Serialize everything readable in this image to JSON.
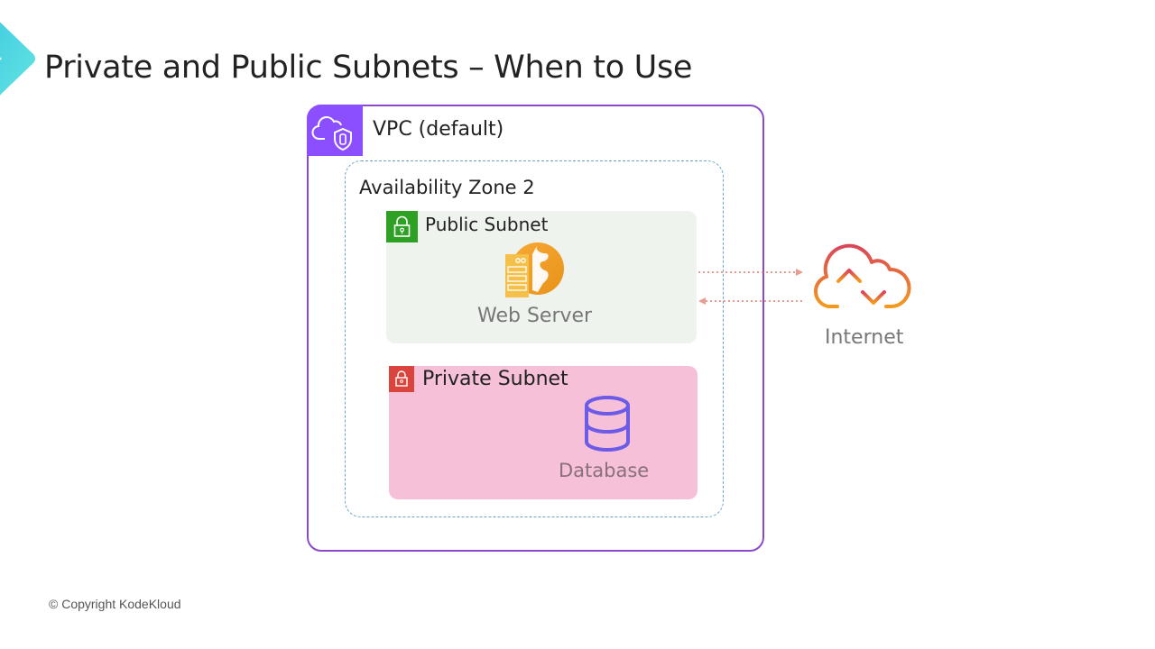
{
  "slide": {
    "title": "Private and Public Subnets – When to Use",
    "copyright": "© Copyright KodeKloud"
  },
  "diagram": {
    "vpc": {
      "label": "VPC (default)",
      "icon": "vpc-cloud-shield-icon",
      "color": "#8c4fff"
    },
    "availability_zone": {
      "label": "Availability Zone 2",
      "border_color": "#6fa5c4"
    },
    "public_subnet": {
      "label": "Public Subnet",
      "icon": "lock-icon",
      "color": "#2ea024",
      "resource": {
        "label": "Web Server",
        "icon": "web-server-globe-icon"
      }
    },
    "private_subnet": {
      "label": "Private Subnet",
      "icon": "lock-icon",
      "color": "#d9453d",
      "resource": {
        "label": "Database",
        "icon": "database-icon"
      }
    },
    "internet": {
      "label": "Internet",
      "icon": "cloud-upload-download-icon"
    },
    "connections": [
      {
        "from": "Web Server",
        "to": "Internet",
        "style": "dotted"
      },
      {
        "from": "Internet",
        "to": "Web Server",
        "style": "dotted"
      }
    ]
  }
}
